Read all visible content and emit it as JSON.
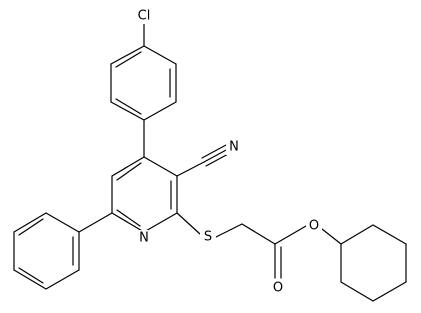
{
  "atoms": {
    "cl": "Cl",
    "n_cyano": "N",
    "n_ring": "N",
    "s": "S",
    "o_ester": "O",
    "o_carbonyl": "O"
  },
  "colors": {
    "bond": "#000000",
    "label": "#000000",
    "background": "#ffffff"
  }
}
